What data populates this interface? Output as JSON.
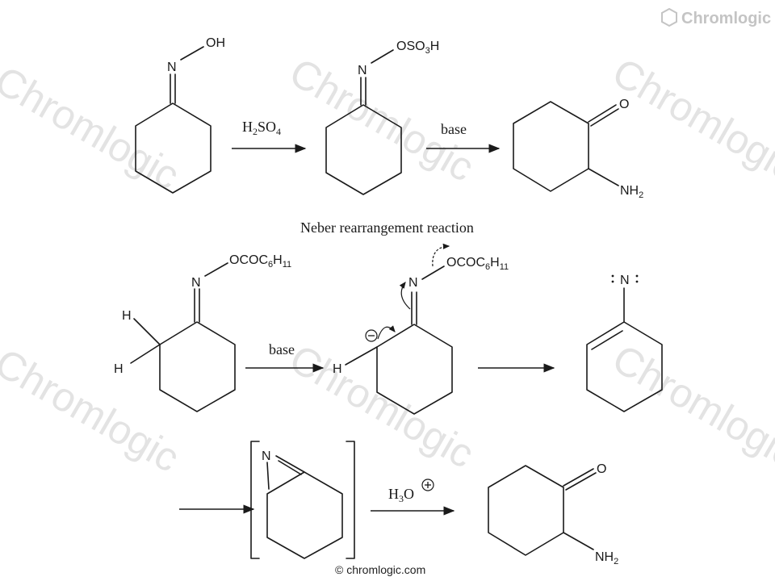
{
  "brand": {
    "name": "Chromlogic",
    "watermark_text": "Chromlogic"
  },
  "diagram": {
    "caption": "Neber rearrangement reaction",
    "reagents": {
      "r1": "H",
      "r1_sub": "2",
      "r1_tail": "SO",
      "r1_sub2": "4",
      "r2": "base",
      "r3": "base",
      "r4_pre": "H",
      "r4_sub": "3",
      "r4_post": "O"
    },
    "atoms": {
      "oxime_N": "N",
      "oxime_OH": "OH",
      "sulf_N": "N",
      "sulf_O": "OSO",
      "sulf_sub": "3",
      "sulf_H": "H",
      "prod_O": "O",
      "prod_NH": "NH",
      "prod_sub": "2",
      "ester_N": "N",
      "ester_O": "OCOC",
      "ester_sub1": "6",
      "ester_H": "H",
      "ester_sub2": "11",
      "H_label": "H",
      "nitrene_N": "N",
      "azirine_N": "N"
    },
    "copyright": "© chromlogic.com"
  }
}
